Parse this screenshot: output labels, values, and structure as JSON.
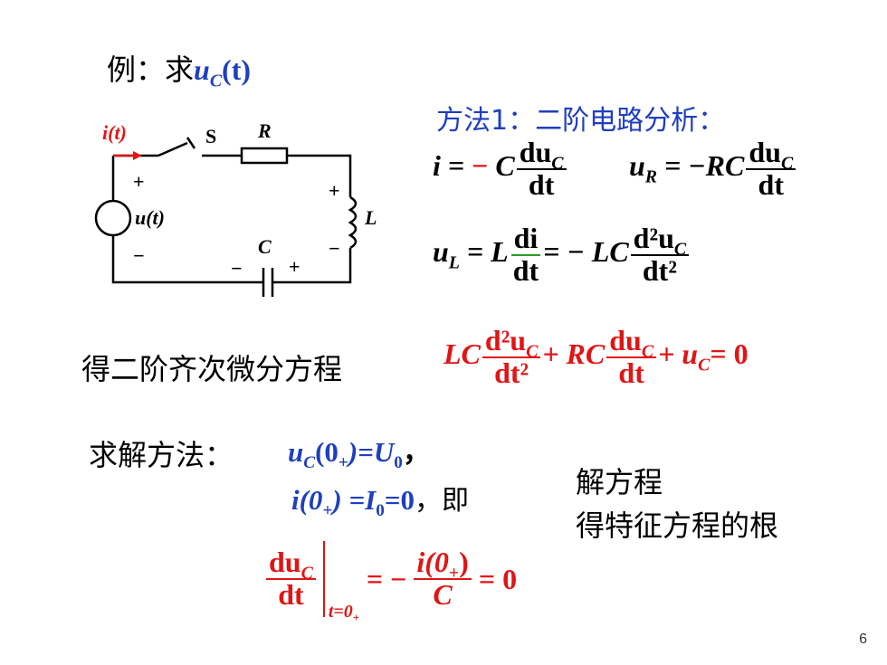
{
  "example": {
    "prefix": "例：求",
    "target_var": "u",
    "target_sub": "C",
    "target_arg": "(t)"
  },
  "method1": {
    "title": "方法1：二阶电路分析："
  },
  "circuit": {
    "current": "i(t)",
    "switch": "S",
    "resistor": "R",
    "inductor": "L",
    "capacitor": "C",
    "source": "u(t)",
    "plus": "+",
    "minus": "−"
  },
  "equations": {
    "eq1_lhs": "i =",
    "eq1_sign": "−",
    "eq1_coef": "C",
    "eq1_num": "du",
    "eq1_num_sub": "C",
    "eq1_den": "dt",
    "eq2_lhs_var": "u",
    "eq2_lhs_sub": "R",
    "eq2_rhs": "= −RC",
    "eq2_num": "du",
    "eq2_num_sub": "C",
    "eq2_den": "dt",
    "eq3_lhs_var": "u",
    "eq3_lhs_sub": "L",
    "eq3_eq": "= L",
    "eq3_num": "di",
    "eq3_den": "dt",
    "eq3_rhs": "= − LC",
    "eq3_num2": "d²u",
    "eq3_num2_sub": "C",
    "eq3_den2": "dt²"
  },
  "ode": {
    "label": "得二阶齐次微分方程",
    "lc": "LC",
    "num1": "d²u",
    "num1_sub": "C",
    "den1": "dt²",
    "plus_rc": "+ RC",
    "num2": "du",
    "num2_sub": "C",
    "den2": "dt",
    "tail_plus": "+ u",
    "tail_sub": "C",
    "tail_eq": "= 0"
  },
  "solution": {
    "label": "求解方法：",
    "ic1": "u",
    "ic1_sub": "C",
    "ic1_rest": "(0",
    "ic1_plus": "+",
    "ic1_end": ")=U",
    "ic1_u0": "0",
    "ic1_comma": "，",
    "ic2": "i(0",
    "ic2_plus": "+",
    "ic2_end": ") =I",
    "ic2_i0": "0",
    "ic2_tail": "=0",
    "ic2_comma": "，即",
    "note1": "解方程",
    "note2": "得特征方程的根",
    "deriv_num": "du",
    "deriv_num_sub": "C",
    "deriv_den": "dt",
    "eval_at": "t=0",
    "eval_plus": "+",
    "rhs_eq": "= −",
    "rhs_num": "i(0",
    "rhs_num_plus": "+",
    "rhs_num_end": ")",
    "rhs_den": "C",
    "rhs_tail": "= 0"
  },
  "page_number": "6",
  "colors": {
    "blue": "#1f3fbf",
    "red": "#e01515",
    "green": "#22a022"
  }
}
